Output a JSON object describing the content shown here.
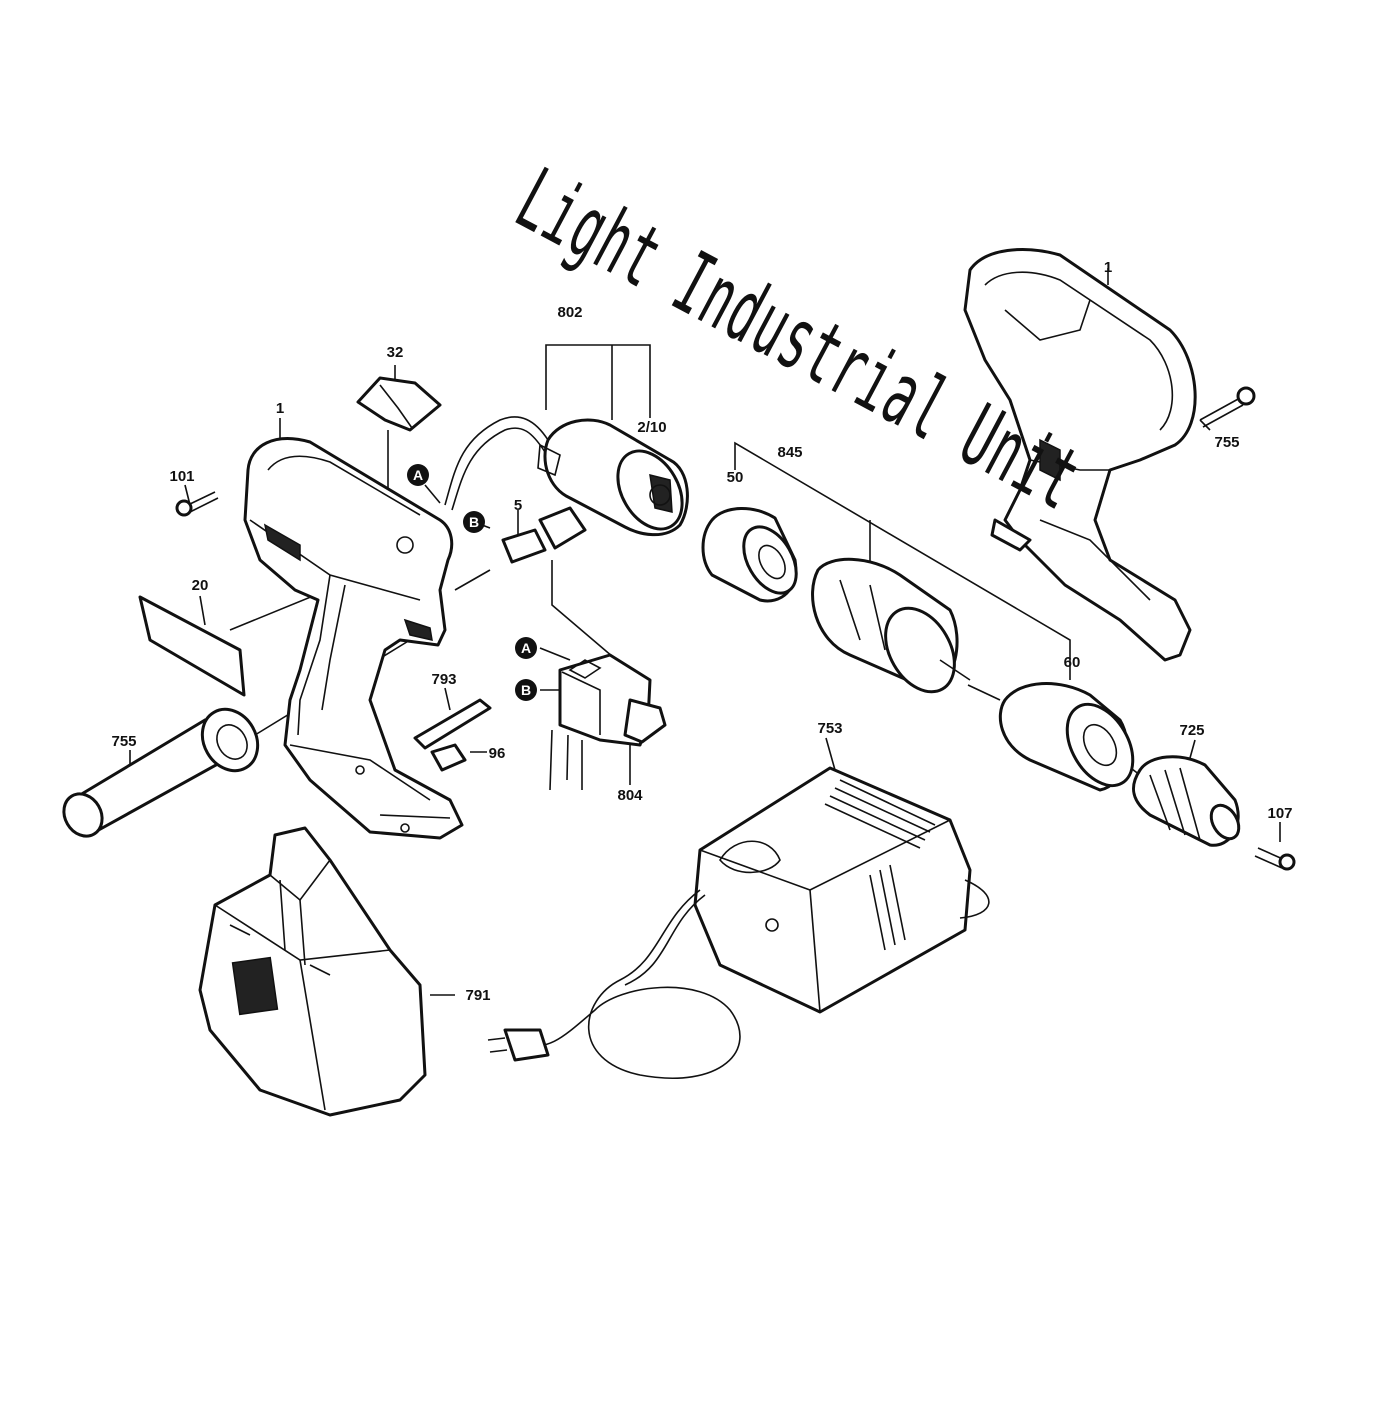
{
  "watermark": "Light Industrial Unit",
  "callouts": {
    "c1_left": "1",
    "c1_right": "1",
    "c2_10": "2/10",
    "c5": "5",
    "c20": "20",
    "c32": "32",
    "c50": "50",
    "c60": "60",
    "c96": "96",
    "c101": "101",
    "c107": "107",
    "c725": "725",
    "c753": "753",
    "c755_left": "755",
    "c755_right": "755",
    "c791": "791",
    "c793": "793",
    "c802": "802",
    "c804": "804",
    "c845": "845"
  },
  "connectors": {
    "A_top": "A",
    "B_top": "B",
    "A_switch": "A",
    "B_switch": "B"
  },
  "colors": {
    "ink": "#111111",
    "paper": "#ffffff"
  }
}
